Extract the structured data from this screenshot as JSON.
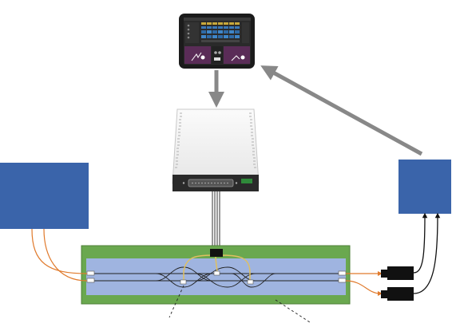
{
  "diagram": {
    "nodes": [
      {
        "id": "tablet",
        "kind": "tablet-controller",
        "screen_text": ""
      },
      {
        "id": "drive-unit",
        "kind": "electronic-driver"
      },
      {
        "id": "laser-source",
        "kind": "optical-source"
      },
      {
        "id": "detector-box",
        "kind": "detector-electronics"
      },
      {
        "id": "photonic-chip",
        "kind": "photonic-integrated-circuit"
      },
      {
        "id": "photodetector-1",
        "kind": "photodetector"
      },
      {
        "id": "photodetector-2",
        "kind": "photodetector"
      }
    ],
    "edges": [
      {
        "from": "tablet",
        "to": "drive-unit",
        "kind": "control-arrow"
      },
      {
        "from": "detector-box",
        "to": "tablet",
        "kind": "data-arrow"
      },
      {
        "from": "drive-unit",
        "to": "photonic-chip",
        "kind": "electrical-cable"
      },
      {
        "from": "laser-source",
        "to": "photonic-chip",
        "kind": "optical-fiber"
      },
      {
        "from": "photonic-chip",
        "to": "photodetector-1",
        "kind": "optical-fiber"
      },
      {
        "from": "photonic-chip",
        "to": "photodetector-2",
        "kind": "optical-fiber"
      },
      {
        "from": "photodetector-1",
        "to": "detector-box",
        "kind": "electrical-cable"
      },
      {
        "from": "photodetector-2",
        "to": "detector-box",
        "kind": "electrical-cable"
      }
    ],
    "colors": {
      "arrow": "#888888",
      "box_blue": "#3a64aa",
      "chip_board": "#6aa84f",
      "chip_core": "#9fb4e0",
      "fiber_orange": "#e07a2c",
      "heater_gold": "#e0c060",
      "tablet_frame": "#1b1b1b",
      "tablet_panel_purple": "#5a2c57",
      "tablet_pad_blue": "#3a78b8",
      "tablet_pad_yellow": "#c8a83c"
    },
    "icons": [
      "tablet-icon",
      "driver-unit-icon",
      "photodetector-icon",
      "arrow-icon"
    ]
  }
}
